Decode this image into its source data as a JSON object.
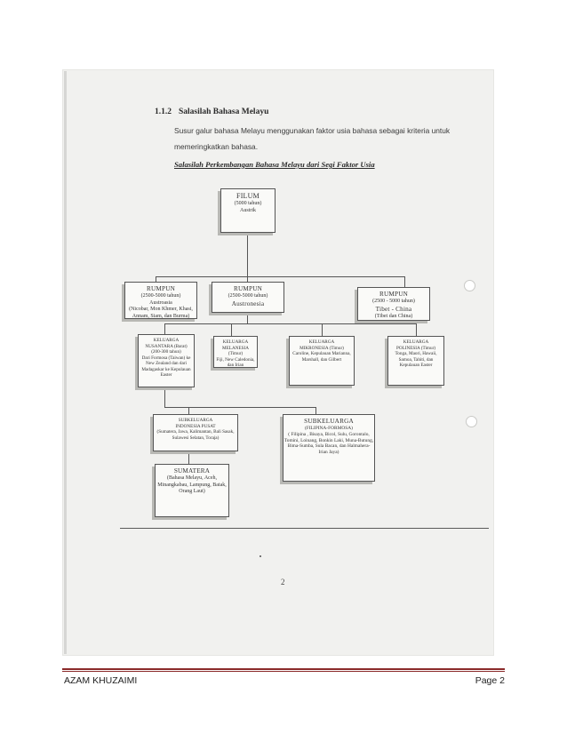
{
  "section": {
    "number": "1.1.2",
    "title": "Salasilah Bahasa Melayu"
  },
  "intro": {
    "line1": "Susur galur bahasa Melayu menggunakan faktor usia bahasa sebagai kriteria untuk",
    "line2": "memeringkatkan bahasa."
  },
  "diagram_title": "Salasilah Perkembangan Bahasa Melayu dari Segi Faktor Usia",
  "filum": {
    "name": "FILUM",
    "age": "(5000 tahun)",
    "label": "Austrik"
  },
  "rumpun": [
    {
      "name": "RUMPUN",
      "age": "(2500-5000 tahun)",
      "label": "Austroasia",
      "detail": "(Nicobar, Mon Khmer, Khasi, Annam, Siam, dan Burma)"
    },
    {
      "name": "RUMPUN",
      "age": "(2500-5000 tahun)",
      "label": "Austronesia"
    },
    {
      "name": "RUMPUN",
      "age": "(2500 - 5000 tahun)",
      "label": "Tibet - China",
      "detail": "(Tibet dan China)"
    }
  ],
  "keluarga": [
    {
      "name": "KELUARGA",
      "sub": "NUSANTARA (Barat)",
      "age": "(200-300 tahun)",
      "detail": "Dari Formosa (Taiwan) ke New Zealand dan dari Madagaskar ke Kepulauan Easter"
    },
    {
      "name": "KELUARGA",
      "sub": "MELANESIA",
      "age": "(Timur)",
      "detail": "Fiji, New Caledonia, dan Irian"
    },
    {
      "name": "KELUARGA",
      "sub": "MIKRONESIA (Timur)",
      "detail": "Caroline, Kepulauan Marianna, Marshall, dan Gilbert"
    },
    {
      "name": "KELUARGA",
      "sub": "POLINESIA (Timur)",
      "detail": "Tonga, Maori, Hawaii, Samoa, Tahiti, dan Kepulauan Easter"
    }
  ],
  "subkeluarga": [
    {
      "name": "SUBKELUARGA",
      "sub": "INDONESIA PUSAT",
      "detail": "(Sumatera, Jawa, Kalimantan, Bali Sasak, Sulawesi Selatan, Toraja)"
    },
    {
      "name": "SUBKELUARGA",
      "sub": "(FILIPINA-FORMOSA)",
      "detail": "( Filipina , Bisaya, Bicol, Sulu, Gorontalo, Tomini, Loinang, Bonkin Laki, Muna-Butung, Bima-Sumba, Sula Bacan, dan Halmahera-Irian Jaya)"
    }
  ],
  "sumatera": {
    "name": "SUMATERA",
    "detail": "(Bahasa Melayu, Aceh, Minangkabau, Lampung, Batak, Orang Laut)"
  },
  "scan_page_number": "2",
  "footer": {
    "author": "AZAM KHUZAIMI",
    "page": "Page 2"
  }
}
